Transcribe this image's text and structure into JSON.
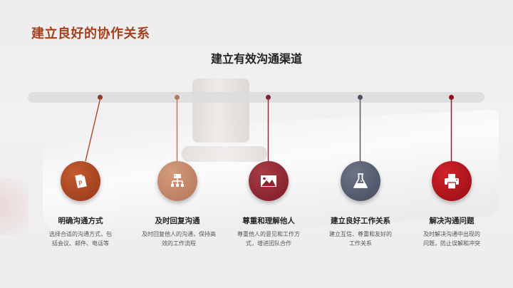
{
  "slide": {
    "title": "建立良好的协作关系",
    "subtitle": "建立有效沟通渠道"
  },
  "colors": {
    "title": "#a3411f",
    "timeline_bar": "#dcdcdc"
  },
  "steps": [
    {
      "title": "明确沟通方式",
      "description": "选择合适的沟通方式，包括会议、邮件、电话等",
      "icon": "powerpoint-file-icon",
      "color": "#a8431f",
      "dot_color": "#8a3a22"
    },
    {
      "title": "及时回复沟通",
      "description": "及时回复他人的沟通，保持高效的工作流程",
      "icon": "hierarchy-icon",
      "color": "#c0866a",
      "dot_color": "#b57a5c"
    },
    {
      "title": "尊重和理解他人",
      "description": "尊重他人的意见和工作方式，增进团队合作",
      "icon": "image-icon",
      "color": "#8e2430",
      "dot_color": "#7c2330"
    },
    {
      "title": "建立良好工作关系",
      "description": "建立互信、尊重和友好的工作关系",
      "icon": "flask-icon",
      "color": "#4f5668",
      "dot_color": "#4a5163"
    },
    {
      "title": "解决沟通问题",
      "description": "及时解决沟通中出现的问题，防止误解和冲突",
      "icon": "printer-icon",
      "color": "#b3141c",
      "dot_color": "#8e1020"
    }
  ]
}
